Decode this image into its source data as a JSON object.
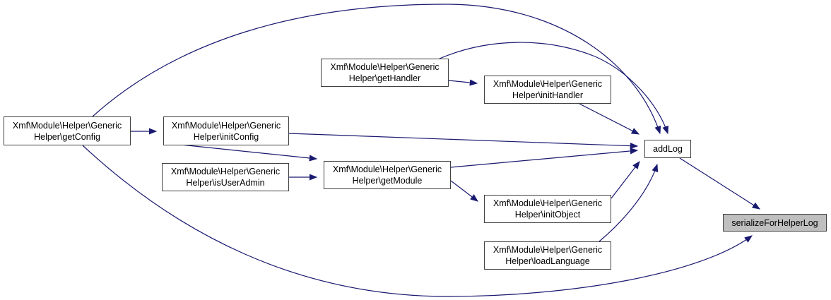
{
  "diagram": {
    "kind": "doxygen-caller-graph",
    "colors": {
      "edge": "#191970",
      "node_background": "#ffffff",
      "node_border": "#404040",
      "highlight_background": "#bfbfbf",
      "text": "#000000"
    },
    "nodes": {
      "getConfig": {
        "line1": "Xmf\\Module\\Helper\\Generic",
        "line2": "Helper\\getConfig"
      },
      "initConfig": {
        "line1": "Xmf\\Module\\Helper\\Generic",
        "line2": "Helper\\initConfig"
      },
      "getHandler": {
        "line1": "Xmf\\Module\\Helper\\Generic",
        "line2": "Helper\\getHandler"
      },
      "initHandler": {
        "line1": "Xmf\\Module\\Helper\\Generic",
        "line2": "Helper\\initHandler"
      },
      "isUserAdmin": {
        "line1": "Xmf\\Module\\Helper\\Generic",
        "line2": "Helper\\isUserAdmin"
      },
      "getModule": {
        "line1": "Xmf\\Module\\Helper\\Generic",
        "line2": "Helper\\getModule"
      },
      "initObject": {
        "line1": "Xmf\\Module\\Helper\\Generic",
        "line2": "Helper\\initObject"
      },
      "loadLanguage": {
        "line1": "Xmf\\Module\\Helper\\Generic",
        "line2": "Helper\\loadLanguage"
      },
      "addLog": {
        "line1": "addLog"
      },
      "serializeForHelperLog": {
        "line1": "serializeForHelperLog",
        "highlighted": true
      }
    },
    "edges": [
      {
        "from": "getConfig",
        "to": "initConfig"
      },
      {
        "from": "getConfig",
        "to": "addLog"
      },
      {
        "from": "getConfig",
        "to": "serializeForHelperLog"
      },
      {
        "from": "initConfig",
        "to": "getModule"
      },
      {
        "from": "initConfig",
        "to": "addLog"
      },
      {
        "from": "isUserAdmin",
        "to": "getModule"
      },
      {
        "from": "getHandler",
        "to": "initHandler"
      },
      {
        "from": "getHandler",
        "to": "addLog"
      },
      {
        "from": "initHandler",
        "to": "addLog"
      },
      {
        "from": "getModule",
        "to": "initObject"
      },
      {
        "from": "getModule",
        "to": "addLog"
      },
      {
        "from": "initObject",
        "to": "addLog"
      },
      {
        "from": "loadLanguage",
        "to": "addLog"
      },
      {
        "from": "addLog",
        "to": "serializeForHelperLog"
      }
    ]
  }
}
